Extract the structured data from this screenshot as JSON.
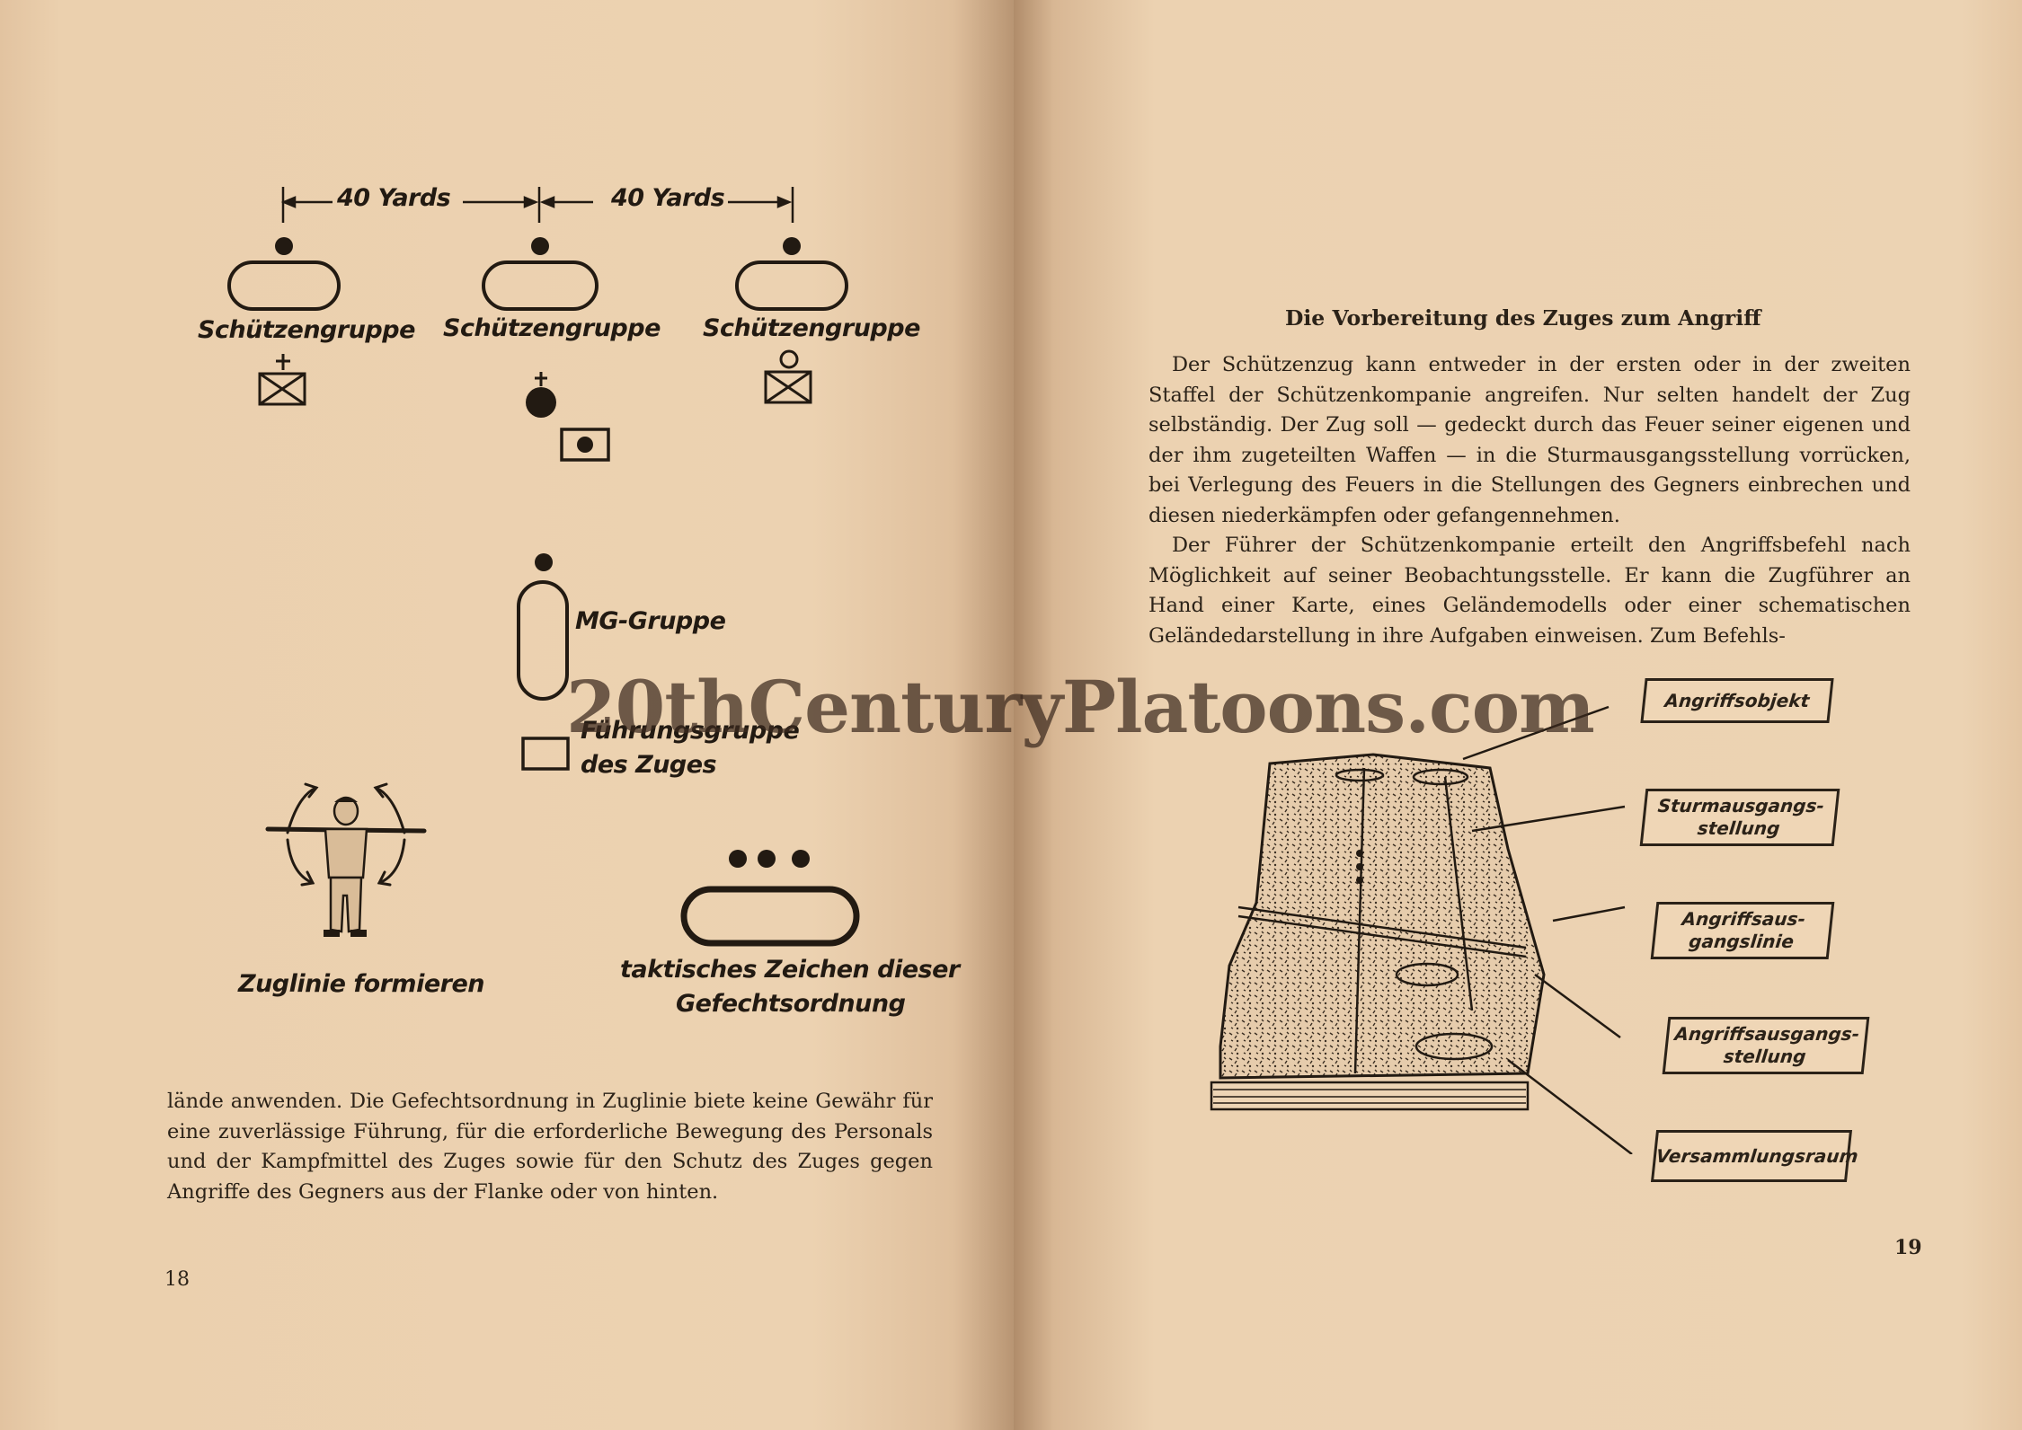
{
  "left_page": {
    "distance_label_1": "40 Yards",
    "distance_label_2": "40 Yards",
    "squad_labels": [
      "Schützengruppe",
      "Schützengruppe",
      "Schützengruppe"
    ],
    "mg_label": "MG-Gruppe",
    "command_label_line1": "Führungsgruppe",
    "command_label_line2": "des Zuges",
    "figure_caption": "Zuglinie formieren",
    "tactical_caption_line1": "taktisches Zeichen dieser",
    "tactical_caption_line2": "Gefechtsordnung",
    "body_text": "lände anwenden. Die Gefechtsordnung in Zuglinie biete keine Gewähr für eine zuverlässige Führung, für die erforderliche Bewegung des Personals und der Kampfmittel des Zuges sowie für den Schutz des Zuges gegen Angriffe des Gegners aus der Flanke oder von hinten.",
    "page_number": "18"
  },
  "right_page": {
    "heading": "Die Vorbereitung des Zuges zum Angriff",
    "paragraph_1": "Der Schützenzug kann entweder in der ersten oder in der zweiten Staffel der Schützenkompanie angreifen. Nur selten handelt der Zug selbständig. Der Zug soll — gedeckt durch das Feuer seiner eigenen und der ihm zugeteilten Waffen — in die Sturmausgangsstellung vorrücken, bei Verlegung des Feuers in die Stellungen des Gegners einbrechen und diesen niederkämpfen oder gefangennehmen.",
    "paragraph_2": "Der Führer der Schützenkompanie erteilt den Angriffsbefehl nach Möglichkeit auf seiner Beobachtungsstelle. Er kann die Zugführer an Hand einer Karte, eines Geländemodells oder einer schematischen Geländedarstellung in ihre Aufgaben einweisen. Zum Befehls-",
    "callouts": {
      "angriffsobjekt": "Angriffsobjekt",
      "sturm_line1": "Sturmausgangs-",
      "sturm_line2": "stellung",
      "linie_line1": "Angriffsaus-",
      "linie_line2": "gangslinie",
      "stellung_line1": "Angriffsausgangs-",
      "stellung_line2": "stellung",
      "versammlung": "Versammlungsraum"
    },
    "page_number": "19"
  },
  "watermark": "20thCenturyPlatoons.com"
}
